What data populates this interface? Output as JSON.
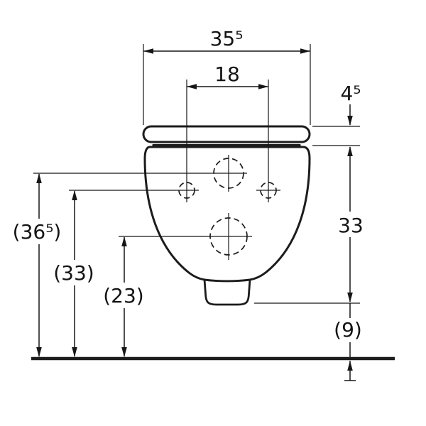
{
  "drawing": {
    "dimensions": {
      "overall_width": "35⁵",
      "fixing_hole_spacing": "18",
      "seat_thickness": "4⁵",
      "pan_height": "33",
      "height_top_connection": "(36⁵)",
      "height_fixing_holes": "(33)",
      "height_outlet_connection": "(23)",
      "floor_clearance": "(9)"
    }
  }
}
